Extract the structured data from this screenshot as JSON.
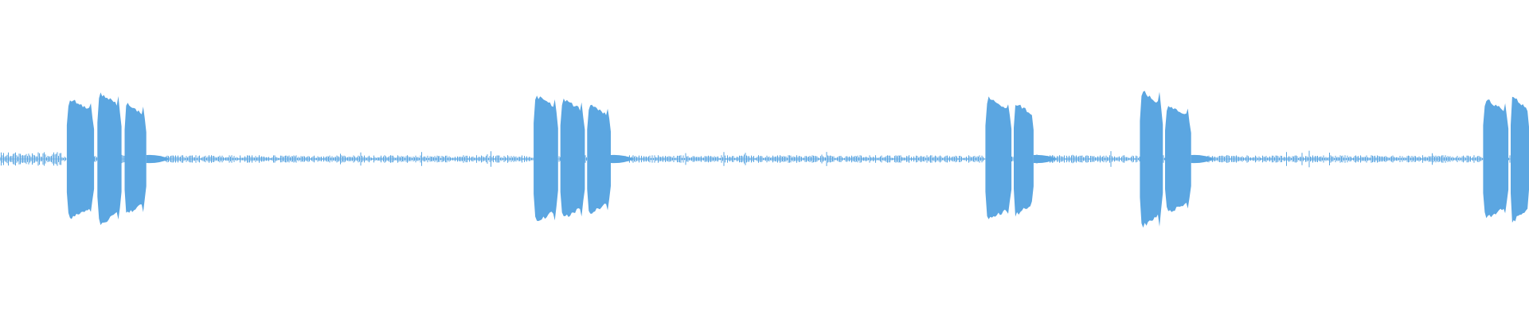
{
  "waveform": {
    "color": "#5BA6E1",
    "background": "#ffffff",
    "bursts": [
      {
        "group": 1,
        "pulse": 1,
        "start": 0.0437,
        "end": 0.0615,
        "amplitude": 0.79
      },
      {
        "group": 1,
        "pulse": 2,
        "start": 0.0637,
        "end": 0.0795,
        "amplitude": 0.86
      },
      {
        "group": 1,
        "pulse": 3,
        "start": 0.0815,
        "end": 0.0957,
        "amplitude": 0.72
      },
      {
        "group": 2,
        "pulse": 1,
        "start": 0.349,
        "end": 0.365,
        "amplitude": 0.83
      },
      {
        "group": 2,
        "pulse": 2,
        "start": 0.3665,
        "end": 0.3825,
        "amplitude": 0.78
      },
      {
        "group": 2,
        "pulse": 3,
        "start": 0.384,
        "end": 0.3995,
        "amplitude": 0.71
      },
      {
        "group": 3,
        "pulse": 1,
        "start": 0.6445,
        "end": 0.6615,
        "amplitude": 0.8
      },
      {
        "group": 3,
        "pulse": 2,
        "start": 0.663,
        "end": 0.676,
        "amplitude": 0.73
      },
      {
        "group": 4,
        "pulse": 1,
        "start": 0.7455,
        "end": 0.7605,
        "amplitude": 0.89
      },
      {
        "group": 4,
        "pulse": 2,
        "start": 0.762,
        "end": 0.779,
        "amplitude": 0.7
      },
      {
        "group": 5,
        "pulse": 1,
        "start": 0.97,
        "end": 0.9865,
        "amplitude": 0.78
      },
      {
        "group": 5,
        "pulse": 2,
        "start": 0.988,
        "end": 1.0,
        "amplitude": 0.82
      }
    ],
    "noise_floor": 0.04
  }
}
